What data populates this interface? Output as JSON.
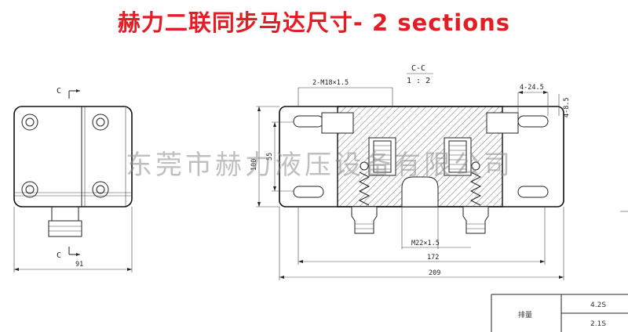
{
  "title": "赫力二联同步马达尺寸- 2 sections",
  "watermark": "东莞市赫力液压设备有限公司",
  "section_label": "C-C",
  "section_scale": "1 : 2",
  "side_view": {
    "cut_mark_top": "C",
    "cut_mark_bottom": "C",
    "width_dim": "91"
  },
  "front_view": {
    "port_thread": "2-M18×1.5",
    "mount_slot_top": "4-24.5",
    "mount_slot_side": "4-8.5",
    "height_outer": "100",
    "height_inner": "55",
    "center_port": "M22×1.5",
    "length_inner": "172",
    "length_outer": "209"
  },
  "spec_table": {
    "row_label": "排量",
    "value_1": "4.2S",
    "value_2": "2.1S"
  },
  "colors": {
    "title": "#e41c24",
    "hatch": "#333333",
    "spring": "#333333"
  }
}
